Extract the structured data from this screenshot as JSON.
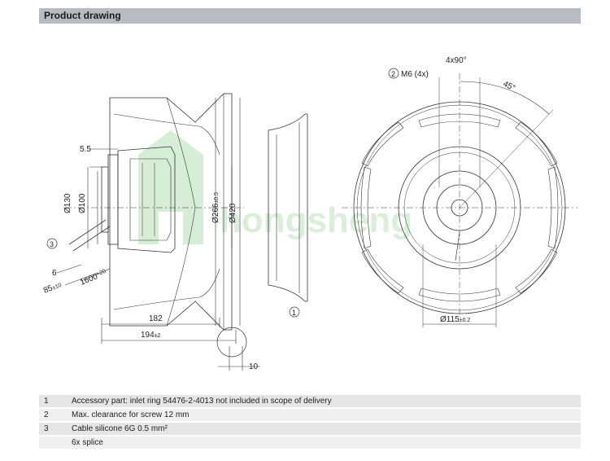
{
  "header": {
    "title": "Product drawing"
  },
  "drawing": {
    "side_view": {
      "dim_55": "5.5",
      "dim_130": "Ø130",
      "dim_100": "Ø100",
      "dim_266": "Ø266",
      "dim_266_tol": "±0.5",
      "dim_420": "Ø420",
      "dim_6": "6",
      "dim_85": "85",
      "dim_85_tol": "±10",
      "dim_1600": "1600",
      "dim_1600_tol": "+20",
      "dim_182": "182",
      "dim_194": "194",
      "dim_194_tol": "±2",
      "dim_10": "10",
      "callout_3": "3"
    },
    "inlet_view": {
      "callout_1": "1"
    },
    "front_view": {
      "callout_2": "2",
      "thread_label": "M6 (4x)",
      "angle_4x90": "4x90°",
      "angle_45": "45°",
      "dim_115": "Ø115",
      "dim_115_tol": "±0.2"
    },
    "watermark": "hongsheng"
  },
  "legend": [
    {
      "num": "1",
      "text": "Accessory part: inlet ring 54476-2-4013 not included in scope of delivery"
    },
    {
      "num": "2",
      "text": "Max. clearance for screw 12 mm"
    },
    {
      "num": "3",
      "text": "Cable silicone 6G 0.5 mm²"
    },
    {
      "num": "",
      "text": "6x splice"
    }
  ]
}
